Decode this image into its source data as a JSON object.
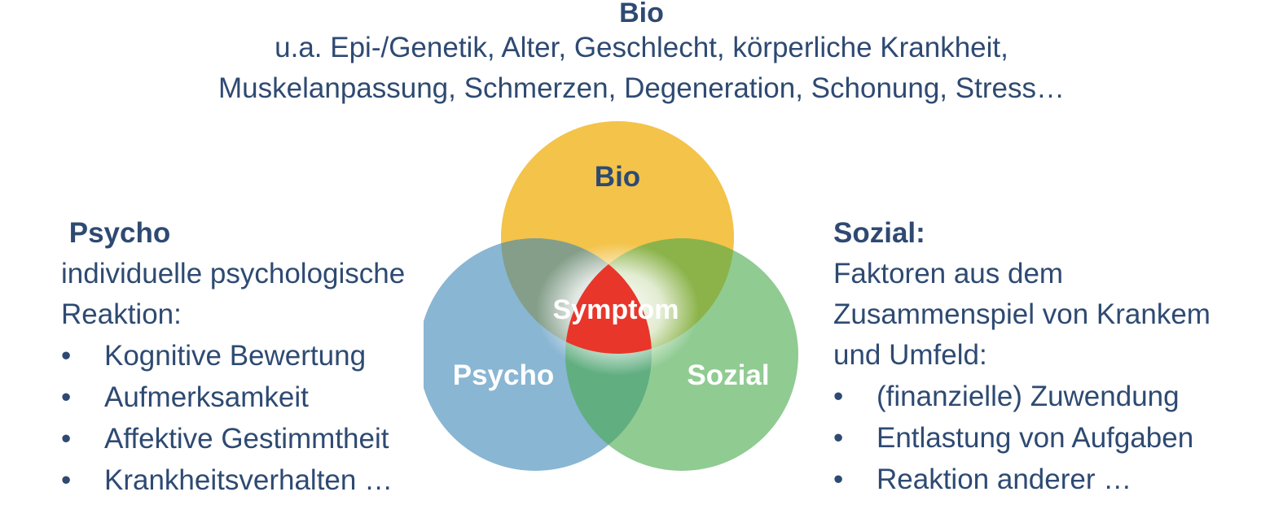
{
  "top": {
    "heading": "Bio",
    "lines": [
      "u.a. Epi-/Genetik, Alter, Geschlecht, körperliche Krankheit,",
      "Muskelanpassung, Schmerzen, Degeneration, Schonung, Stress…"
    ]
  },
  "psycho": {
    "heading": "Psycho",
    "lines": [
      "individuelle  psychologische",
      "Reaktion:"
    ],
    "bullet": "•",
    "items": [
      "Kognitive Bewertung",
      "Aufmerksamkeit",
      "Affektive Gestimmtheit",
      "Krankheitsverhalten …"
    ]
  },
  "sozial": {
    "heading": "Sozial:",
    "lines": [
      "Faktoren aus dem",
      "Zusammenspiel von Krankem",
      "und Umfeld:"
    ],
    "bullet": "•",
    "items": [
      "(finanzielle) Zuwendung",
      "Entlastung von Aufgaben",
      "Reaktion anderer …"
    ]
  },
  "venn": {
    "bio_label": "Bio",
    "psycho_label": "Psycho",
    "sozial_label": "Sozial",
    "center_label": "Symptom",
    "colors": {
      "bio": "#f2c040",
      "psycho": "#3a86b5",
      "sozial": "#46a84a",
      "center": "#e8362a",
      "text": "#2e4a72"
    }
  }
}
